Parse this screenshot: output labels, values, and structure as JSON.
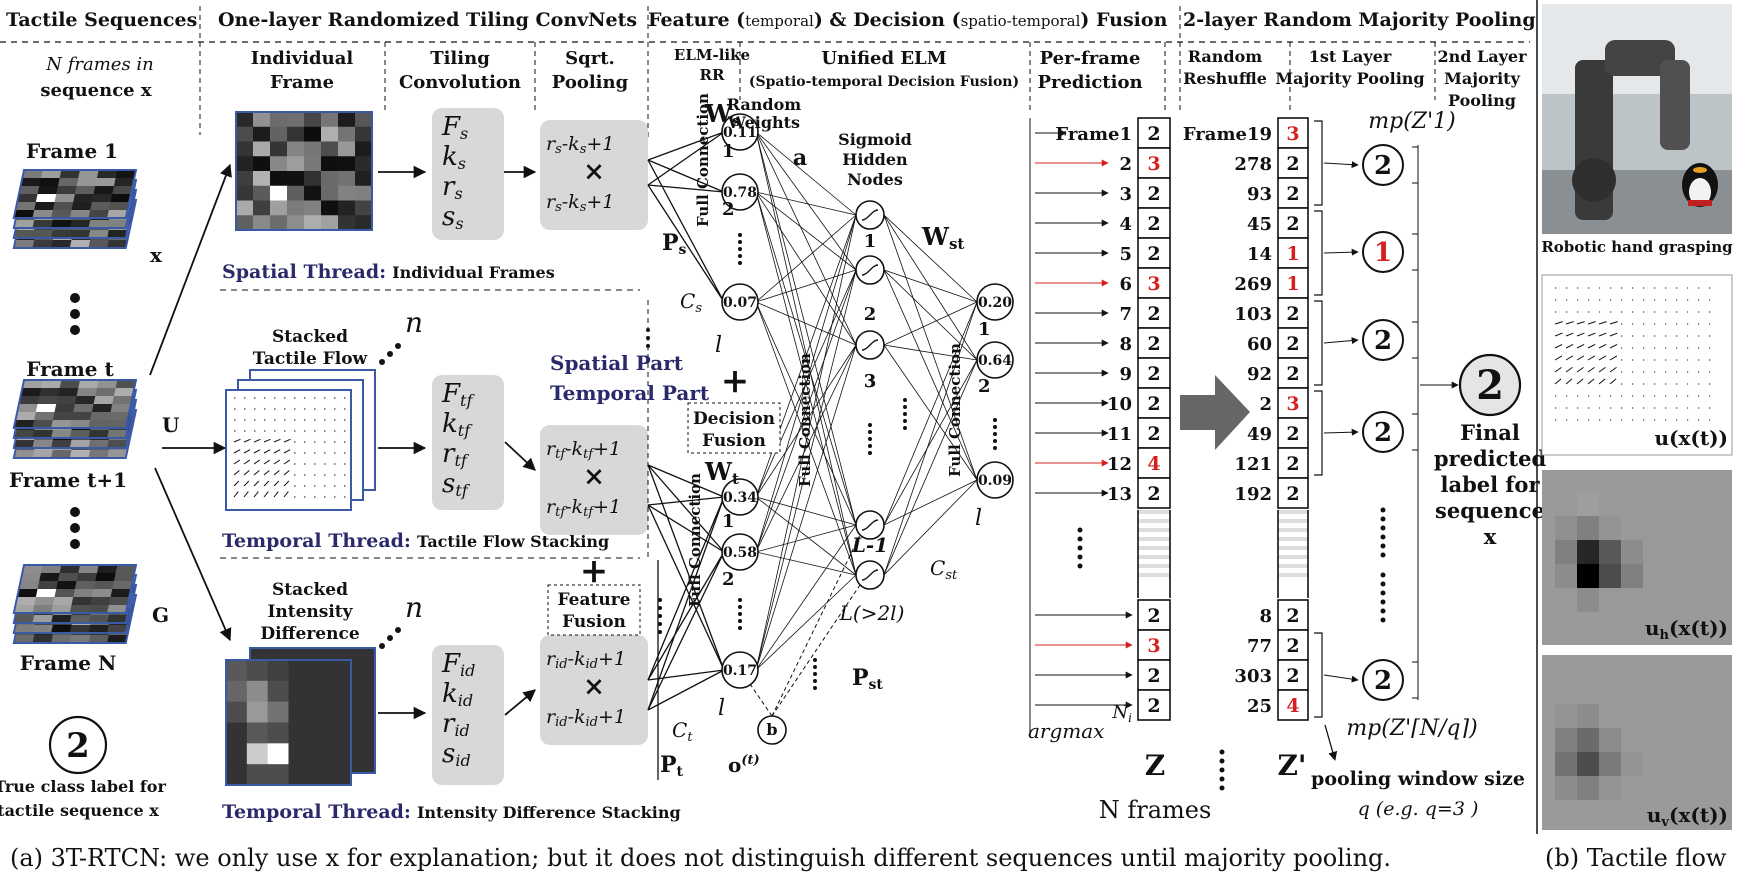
{
  "headers": {
    "tactile_sequences": "Tactile Sequences",
    "tiling_convnets": "One-layer Randomized Tiling ConvNets",
    "fusion_a": "Feature (",
    "fusion_b": "temporal",
    "fusion_c": ") & Decision (",
    "fusion_d": "spatio-temporal",
    "fusion_e": ") Fusion",
    "pooling": "2-layer Random Majority Pooling"
  },
  "subheaders": {
    "n_frames_1": "N frames in",
    "n_frames_2": "sequence x",
    "individual_frame_1": "Individual",
    "individual_frame_2": "Frame",
    "tiling_conv_1": "Tiling",
    "tiling_conv_2": "Convolution",
    "sqrt_pool_1": "Sqrt.",
    "sqrt_pool_2": "Pooling",
    "elm_rr_1": "ELM-like",
    "elm_rr_2": "RR",
    "unified_elm_1": "Unified ELM",
    "unified_elm_2": "(Spatio-temporal Decision Fusion)",
    "per_frame_1": "Per-frame",
    "per_frame_2": "Prediction",
    "random_reshuffle_1": "Random",
    "random_reshuffle_2": "Reshuffle",
    "first_layer_1": "1st Layer",
    "first_layer_2": "Majority Pooling",
    "second_layer_1": "2nd Layer",
    "second_layer_2": "Majority",
    "second_layer_3": "Pooling"
  },
  "frames": {
    "frame1": "Frame 1",
    "frame_t": "Frame t",
    "frame_t1": "Frame t+1",
    "frame_n": "Frame N",
    "x_label": "x",
    "u_label": "U",
    "g_label": "G",
    "true_label_value": "2",
    "true_label_caption_1": "True class label for",
    "true_label_caption_2": "tactile sequence x"
  },
  "threads": {
    "spatial": "Spatial Thread:",
    "spatial_sub": "Individual Frames",
    "temporal1": "Temporal Thread:",
    "temporal1_sub": "Tactile Flow Stacking",
    "temporal2": "Temporal Thread:",
    "temporal2_sub": "Intensity Difference Stacking",
    "stacked_flow_1": "Stacked",
    "stacked_flow_2": "Tactile Flow",
    "stacked_id_1": "Stacked",
    "stacked_id_2": "Intensity",
    "stacked_id_3": "Difference",
    "n": "n"
  },
  "params": {
    "s": [
      "F",
      "k",
      "r",
      "s"
    ],
    "s_sub": "s",
    "tf_sub": "tf",
    "id_sub": "id",
    "pool_s_1": "r",
    "pool_times": "×"
  },
  "nodes": {
    "ps": [
      "0.11",
      "0.78",
      "0.07"
    ],
    "pt": [
      "0.34",
      "0.58",
      "0.17"
    ],
    "out": [
      "0.20",
      "0.64",
      "0.09"
    ],
    "ws": "W",
    "wt": "W",
    "wst": "W",
    "ps_label": "P",
    "pt_label": "P",
    "pst_label": "P",
    "cs": "C",
    "ct": "C",
    "cst": "C",
    "l": "l",
    "full_connection": "Full Connection",
    "random_weights_1": "Random",
    "random_weights_2": "Weights",
    "random_weights_a": "a",
    "sigmoid_1": "Sigmoid",
    "sigmoid_2": "Hidden",
    "sigmoid_3": "Nodes",
    "hidden_ids": [
      "1",
      "2",
      "3",
      "L-1",
      "L(>2l)"
    ],
    "b": "b",
    "o_label": "o",
    "spatial_part": "Spatial Part",
    "temporal_part": "Temporal Part",
    "decision_fusion_1": "Decision",
    "decision_fusion_2": "Fusion",
    "feature_fusion_1": "Feature",
    "feature_fusion_2": "Fusion"
  },
  "prediction": {
    "labels": [
      "Frame1",
      "2",
      "3",
      "4",
      "5",
      "6",
      "7",
      "8",
      "9",
      "10",
      "11",
      "12",
      "13"
    ],
    "values": [
      "2",
      "3",
      "2",
      "2",
      "2",
      "3",
      "2",
      "2",
      "2",
      "2",
      "2",
      "4",
      "2"
    ],
    "tail_values": [
      "2",
      "3",
      "2",
      "2"
    ],
    "tail_label": "N",
    "argmax": "argmax",
    "z": "Z",
    "n_frames": "N frames"
  },
  "reshuffle": {
    "labels": [
      "Frame19",
      "278",
      "93",
      "45",
      "14",
      "269",
      "103",
      "60",
      "92",
      "2",
      "49",
      "121",
      "192"
    ],
    "values": [
      "3",
      "2",
      "2",
      "2",
      "1",
      "1",
      "2",
      "2",
      "2",
      "3",
      "2",
      "2",
      "2"
    ],
    "tail_labels": [
      "8",
      "77",
      "303",
      "25"
    ],
    "tail_values": [
      "2",
      "2",
      "2",
      "4"
    ],
    "z_prime": "Z'",
    "pool_window": "pooling window size",
    "q_text": "q  (e.g. q=3 )",
    "mp_top": "mp(Z'1)",
    "mp_bottom": "mp(Z'⌈N/q⌉)"
  },
  "pooled": [
    "2",
    "1",
    "2",
    "2",
    "2"
  ],
  "final": {
    "value": "2",
    "caption": [
      "Final",
      "predicted",
      "label for",
      "sequence",
      "x"
    ]
  },
  "panel_b": {
    "robot_caption": "Robotic hand grasping",
    "u_vec": "u(x(t))",
    "uh": "u",
    "uv": "u",
    "h_sub": "h",
    "v_sub": "v",
    "xt": "(x(t))"
  },
  "captions": {
    "a": "(a) 3T-RTCN: we only use x for explanation; but it does not distinguish different sequences until majority pooling.",
    "b": "(b) Tactile flow"
  },
  "colors": {
    "red": "#d62020",
    "navy": "#2a2a6a",
    "gray_box": "#d8d8d8",
    "frame_border": "#3a5aa8"
  }
}
